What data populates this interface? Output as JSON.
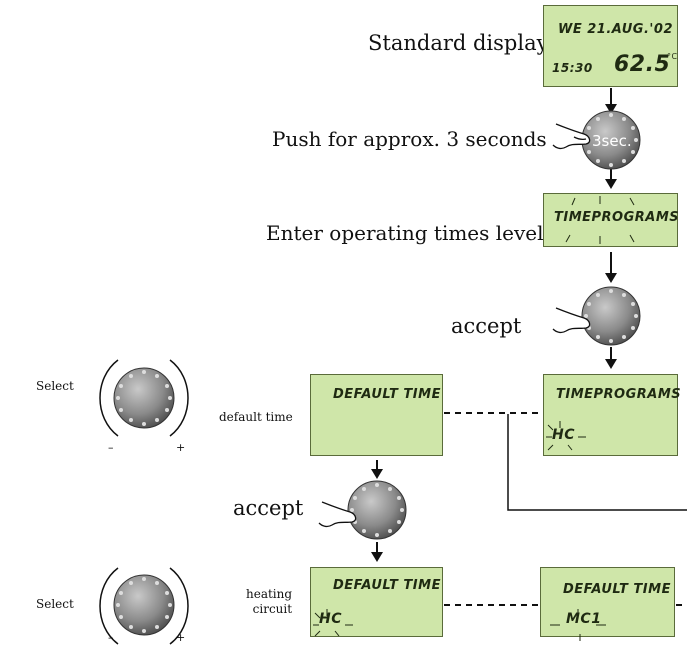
{
  "steps": {
    "standard_display": "Standard display",
    "push_3sec": "Push for approx. 3 seconds",
    "enter_times_level": "Enter operating times level",
    "accept_1": "accept",
    "accept_2": "accept"
  },
  "side_labels": {
    "select_1": "Select",
    "select_2": "Select",
    "default_time": "default time",
    "heating_circuit": "heating\ncircuit"
  },
  "knob": {
    "press_label": "3sec.",
    "minus": "–",
    "plus": "+"
  },
  "displays": {
    "standard": {
      "date": "WE 21.AUG.'02",
      "time": "15:30",
      "temp": "62.5",
      "unit": "°C"
    },
    "timeprograms_1": {
      "line1": "TIMEPROGRAMS"
    },
    "timeprograms_2": {
      "line1": "TIMEPROGRAMS",
      "line2": "HC"
    },
    "default_time_1": {
      "line1": "DEFAULT TIME"
    },
    "default_time_2": {
      "line1": "DEFAULT TIME",
      "line2": "HC"
    },
    "default_time_3": {
      "line1": "DEFAULT TIME",
      "line2": "MC1"
    }
  },
  "colors": {
    "lcd_bg": "#cfe6a9",
    "knob": "#8a8a8a",
    "lcd_text": "#1f2a12"
  }
}
